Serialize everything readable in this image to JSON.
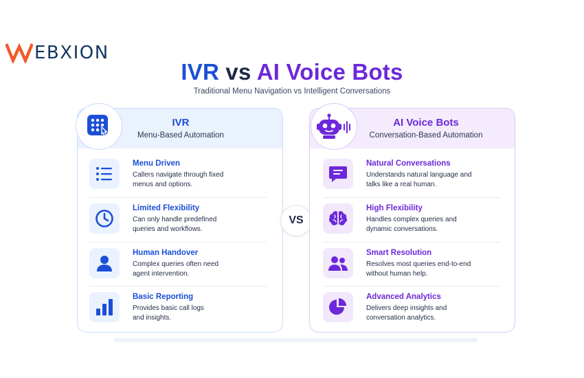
{
  "brand": {
    "logo_text": "EBXION",
    "logo_mark": "W",
    "colors": {
      "orange": "#f05a28",
      "navy": "#14365f"
    }
  },
  "header": {
    "title_ivr": "IVR",
    "title_vs": "vs",
    "title_ai": "AI Voice Bots",
    "subtitle": "Traditional Menu Navigation vs Intelligent Conversations"
  },
  "vs_badge": "VS",
  "ivr": {
    "title": "IVR",
    "subtitle": "Menu-Based Automation",
    "icon": "keypad-tap-icon",
    "accent": "#1b4fd6",
    "items": [
      {
        "icon": "list-icon",
        "title": "Menu Driven",
        "desc1": "Callers navigate through fixed",
        "desc2": "menus and options."
      },
      {
        "icon": "clock-icon",
        "title": "Limited Flexibility",
        "desc1": "Can only handle predefined",
        "desc2": "queries and workflows."
      },
      {
        "icon": "person-icon",
        "title": "Human Handover",
        "desc1": "Complex queries often need",
        "desc2": "agent intervention."
      },
      {
        "icon": "bar-chart-icon",
        "title": "Basic Reporting",
        "desc1": "Provides basic call logs",
        "desc2": "and insights."
      }
    ]
  },
  "ai": {
    "title": "AI Voice Bots",
    "subtitle": "Conversation-Based Automation",
    "icon": "robot-voice-icon",
    "accent": "#6d28d9",
    "items": [
      {
        "icon": "chat-bubble-icon",
        "title": "Natural Conversations",
        "desc1": "Understands natural language and",
        "desc2": "talks like a real human."
      },
      {
        "icon": "brain-icon",
        "title": "High Flexibility",
        "desc1": "Handles complex queries and",
        "desc2": "dynamic conversations."
      },
      {
        "icon": "users-icon",
        "title": "Smart Resolution",
        "desc1": "Resolves most queries end-to-end",
        "desc2": "without human help."
      },
      {
        "icon": "pie-chart-icon",
        "title": "Advanced Analytics",
        "desc1": "Delivers deep insights and",
        "desc2": "conversation analytics."
      }
    ]
  }
}
